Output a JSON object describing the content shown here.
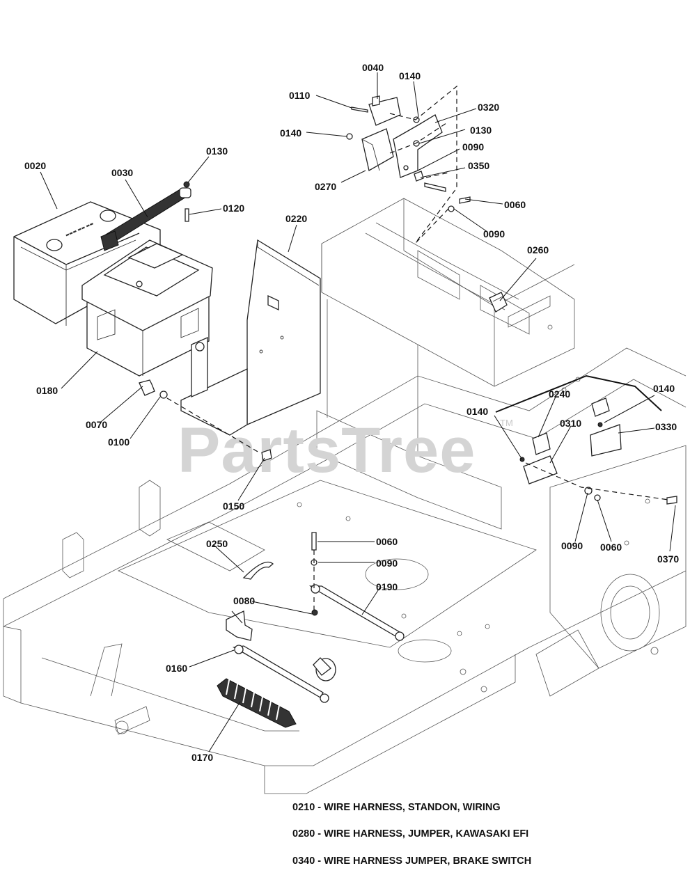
{
  "watermark": {
    "text": "PartsTree",
    "trademark": "TM"
  },
  "callouts": [
    "0040",
    "0140",
    "0110",
    "0320",
    "0140",
    "0130",
    "0090",
    "0350",
    "0270",
    "0060",
    "0090",
    "0260",
    "0020",
    "0030",
    "0130",
    "0120",
    "0220",
    "0180",
    "0070",
    "0100",
    "0150",
    "0240",
    "0140",
    "0140",
    "0310",
    "0330",
    "0090",
    "0060",
    "0370",
    "0250",
    "0060",
    "0090",
    "0190",
    "0080",
    "0160",
    "0170"
  ],
  "notes": [
    "0210 - WIRE HARNESS, STANDON, WIRING",
    "0280 - WIRE HARNESS, JUMPER, KAWASAKI EFI",
    "0340 - WIRE HARNESS JUMPER, BRAKE SWITCH"
  ]
}
